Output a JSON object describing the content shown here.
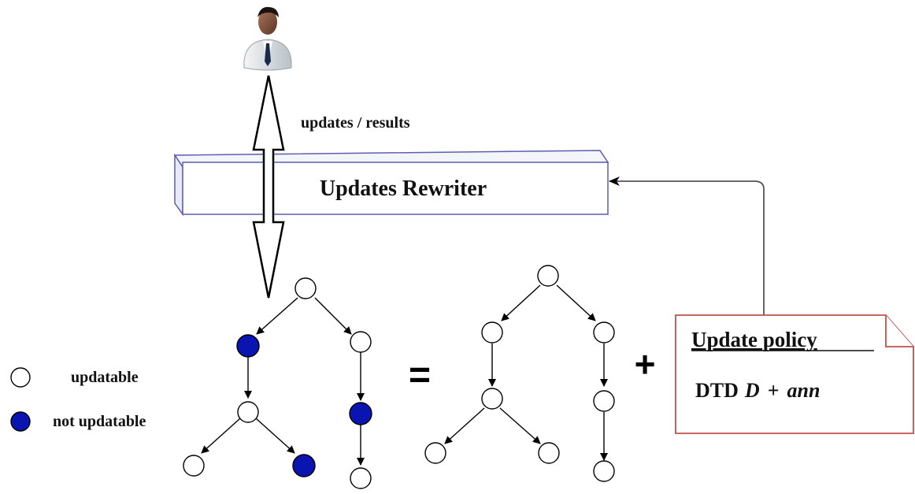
{
  "arrow_label": "updates / results",
  "rewriter_box": {
    "label": "Updates Rewriter",
    "face_color": "#ffffff",
    "edge_color": "#5b5fb0"
  },
  "legend": {
    "updatable_label": "updatable",
    "not_updatable_label": "not updatable"
  },
  "node_colors": {
    "updatable": "#ffffff",
    "not_updatable": "#0a14b0"
  },
  "operators": {
    "equals": "=",
    "plus": "+"
  },
  "policy_note": {
    "title": "Update policy",
    "formula_prefix": "DTD",
    "formula_var": "D",
    "formula_plus": "+",
    "formula_ann": "ann",
    "border_color": "#c0504d"
  },
  "icons": {
    "user": "person-icon",
    "double_arrow": "double-arrow-icon"
  }
}
